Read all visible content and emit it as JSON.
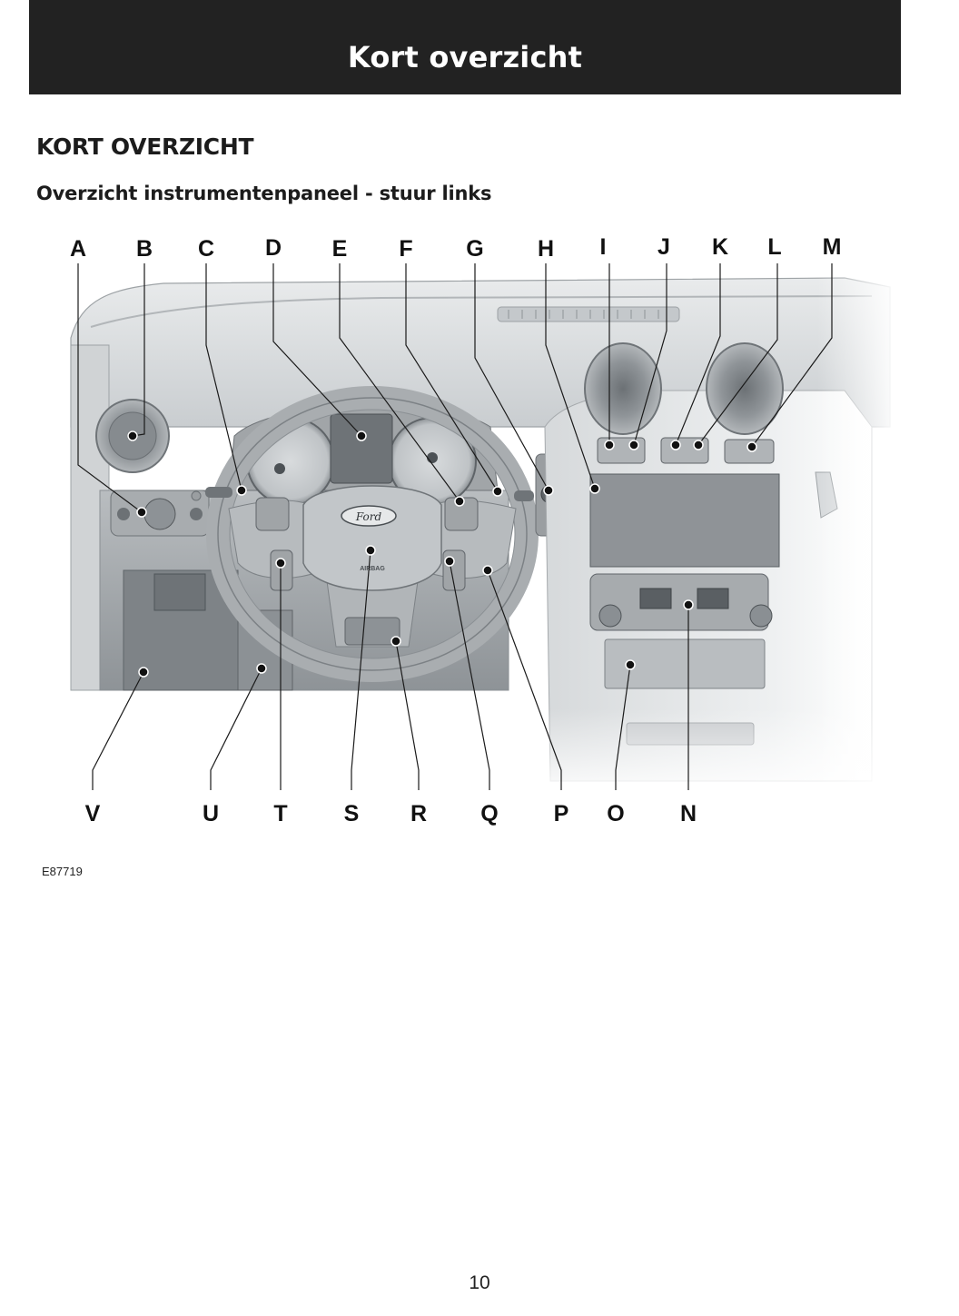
{
  "header": {
    "title": "Kort overzicht"
  },
  "section": {
    "heading": "KORT OVERZICHT",
    "subheading": "Overzicht instrumentenpaneel - stuur links"
  },
  "figure": {
    "callouts_top": [
      "A",
      "B",
      "C",
      "D",
      "E",
      "F",
      "G",
      "H",
      "I",
      "J",
      "K",
      "L",
      "M"
    ],
    "callouts_bottom": [
      "V",
      "U",
      "T",
      "S",
      "R",
      "Q",
      "P",
      "O",
      "N"
    ],
    "code": "E87719",
    "brand_badge": "Ford",
    "airbag_text": "AIRBAG"
  },
  "footer": {
    "page_number": "10"
  }
}
